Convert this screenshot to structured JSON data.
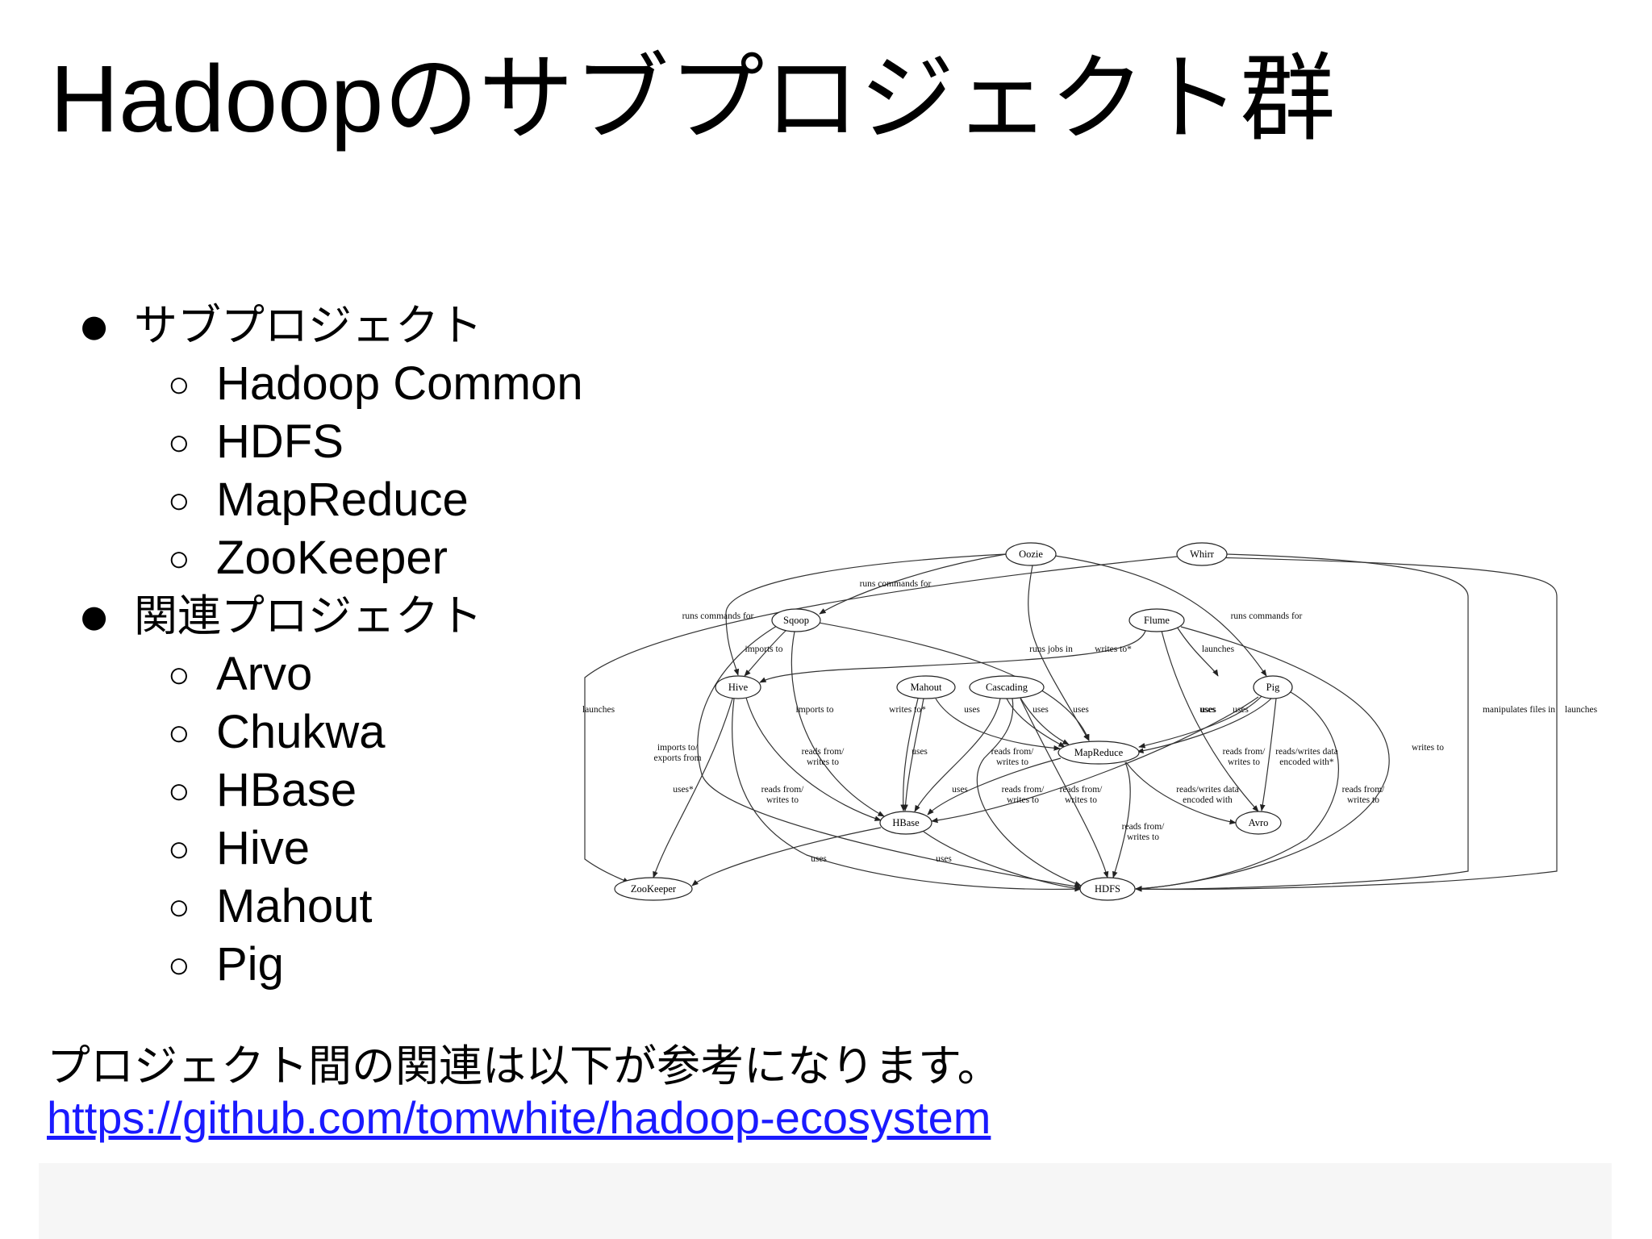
{
  "slide": {
    "title": "Hadoopのサブプロジェクト群",
    "bullets": [
      {
        "label": "サブプロジェクト",
        "items": [
          "Hadoop Common",
          "HDFS",
          "MapReduce",
          "ZooKeeper"
        ]
      },
      {
        "label": "関連プロジェクト",
        "items": [
          "Arvo",
          "Chukwa",
          "HBase",
          "Hive",
          "Mahout",
          "Pig"
        ]
      }
    ],
    "reference_text": "プロジェクト間の関連は以下が参考になります。",
    "reference_link": "https://github.com/tomwhite/hadoop-ecosystem",
    "link_color": "#1a1aff"
  },
  "diagram": {
    "nodes": {
      "oozie": "Oozie",
      "whirr": "Whirr",
      "sqoop": "Sqoop",
      "flume": "Flume",
      "hive": "Hive",
      "mahout": "Mahout",
      "cascading": "Cascading",
      "pig": "Pig",
      "mapreduce": "MapReduce",
      "hbase": "HBase",
      "avro": "Avro",
      "zookeeper": "ZooKeeper",
      "hdfs": "HDFS"
    },
    "edge_labels": {
      "oozie_sqoop": "runs commands for",
      "oozie_hive": "runs commands for",
      "oozie_pig": "runs commands for",
      "oozie_mapreduce": "runs jobs in",
      "flume_hive": "writes to*",
      "whirr_launches": "launches",
      "whirr_zookeeper": "launches",
      "oozie_hdfs": "manipulates files in",
      "whirr_hdfs": "launches",
      "sqoop_hive": "imports to",
      "sqoop_hbase": "imports to",
      "sqoop_hdfs": "imports to/\nexports from",
      "cascading_mapreduce1": "uses",
      "cascading_mapreduce2": "uses",
      "mahout_mapreduce": "uses",
      "mahout_hbase": "writes to*",
      "mahout_uses": "uses",
      "hive_hbase": "reads from/\nwrites to",
      "cascading_hbase": "reads from/\nwrites to",
      "hive_hdfs": "reads from/\nwrites to",
      "hive_zookeeper": "uses*",
      "cascading_uses": "uses",
      "mapreduce_hbase": "reads from/\nwrites to",
      "mapreduce_hdfs_a": "reads from/\nwrites to",
      "mapreduce_hdfs_b": "reads from/\nwrites to",
      "mapreduce_avro": "reads/writes data\nencoded with",
      "pig_uses1": "uses",
      "pig_uses2": "uses",
      "pig_hbase": "reads from/\nwrites to",
      "pig_avro": "reads/writes data\nencoded with*",
      "pig_hdfs": "reads from/\nwrites to",
      "flume_hdfs": "writes to",
      "hbase_zookeeper": "uses",
      "hbase_hdfs": "uses",
      "flume_uses": "uses"
    }
  }
}
